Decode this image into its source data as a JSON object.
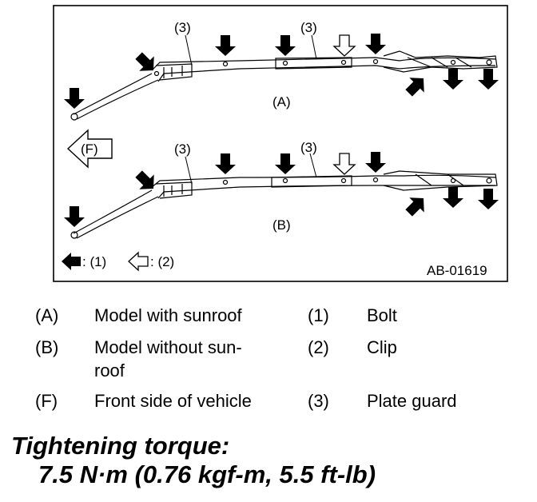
{
  "figure": {
    "id": "AB-01619",
    "callout_plate_guard": "(3)",
    "view_a_label": "(A)",
    "view_b_label": "(B)",
    "front_arrow_label": "(F)",
    "key_bolt": ": (1)",
    "key_clip": ": (2)"
  },
  "legend": {
    "left": [
      {
        "code": "(A)",
        "text": "Model with sunroof"
      },
      {
        "code": "(B)",
        "text": "Model without sun-",
        "text2": "roof"
      },
      {
        "code": "(F)",
        "text": "Front side of vehicle"
      }
    ],
    "right": [
      {
        "code": "(1)",
        "text": "Bolt"
      },
      {
        "code": "(2)",
        "text": "Clip"
      },
      {
        "code": "(3)",
        "text": "Plate guard"
      }
    ]
  },
  "torque": {
    "title": "Tightening torque:",
    "value": "7.5 N·m (0.76 kgf-m, 5.5 ft-lb)"
  }
}
